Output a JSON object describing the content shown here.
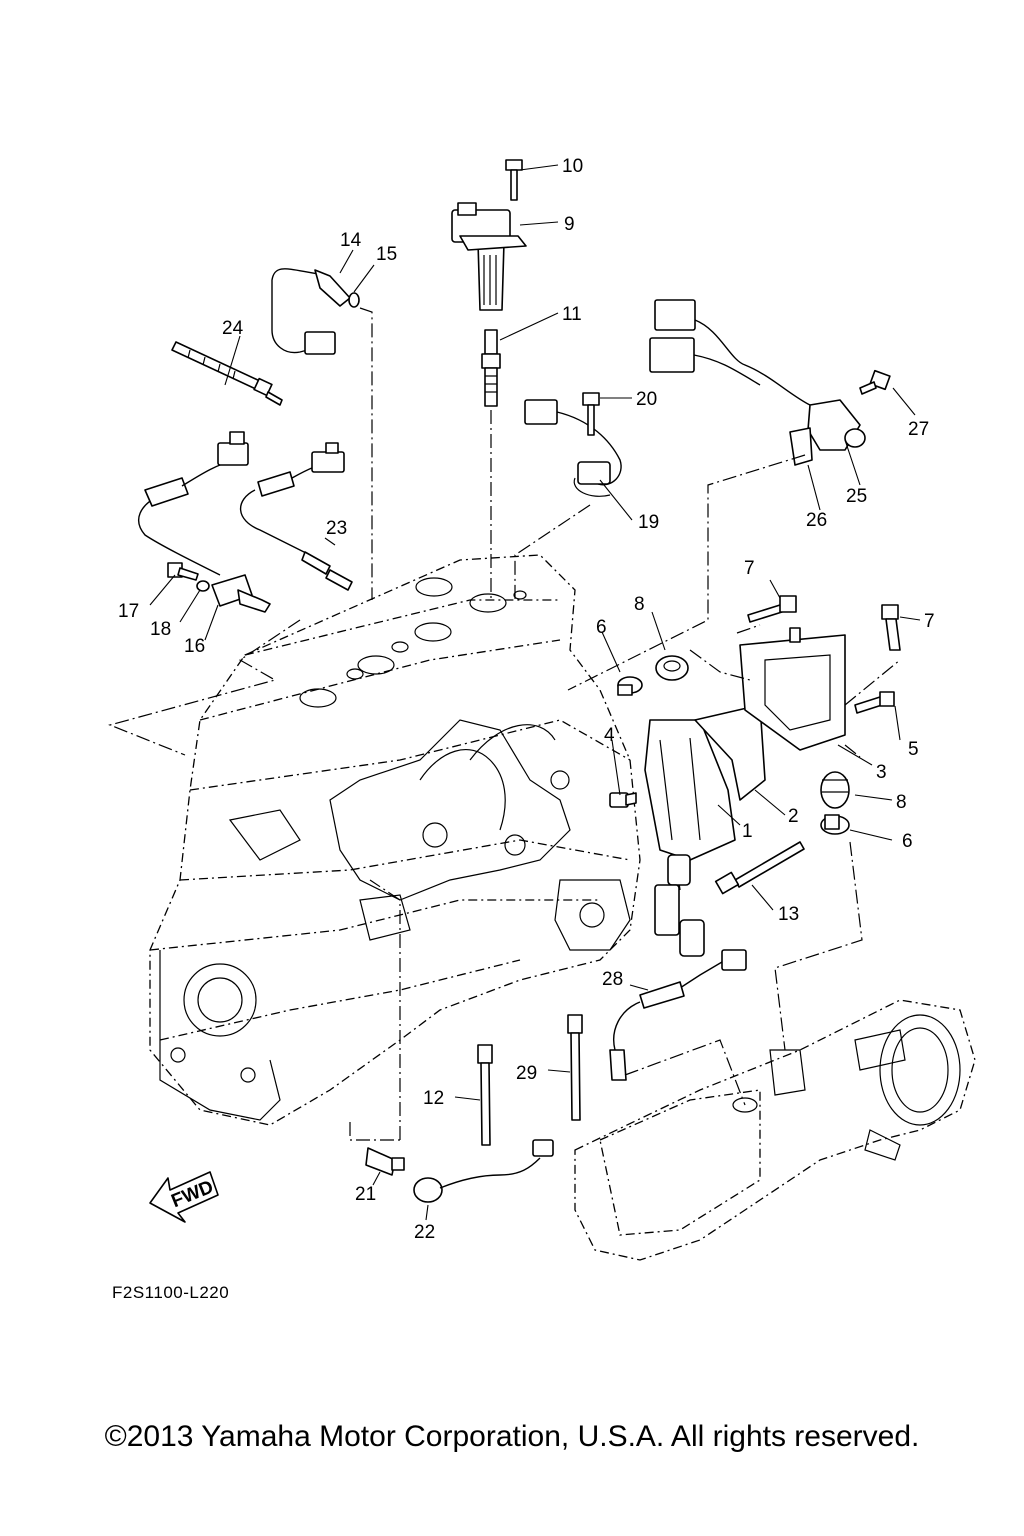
{
  "diagram": {
    "callouts": [
      "1",
      "2",
      "3",
      "4",
      "5",
      "6",
      "6",
      "7",
      "7",
      "8",
      "8",
      "9",
      "10",
      "11",
      "12",
      "13",
      "14",
      "15",
      "16",
      "17",
      "18",
      "19",
      "20",
      "21",
      "22",
      "23",
      "24",
      "25",
      "26",
      "27",
      "28",
      "29"
    ],
    "fwd_label": "FWD",
    "figure_code": "F2S1100-L220"
  },
  "footer": {
    "copyright": "©2013 Yamaha Motor Corporation, U.S.A. All rights reserved."
  }
}
